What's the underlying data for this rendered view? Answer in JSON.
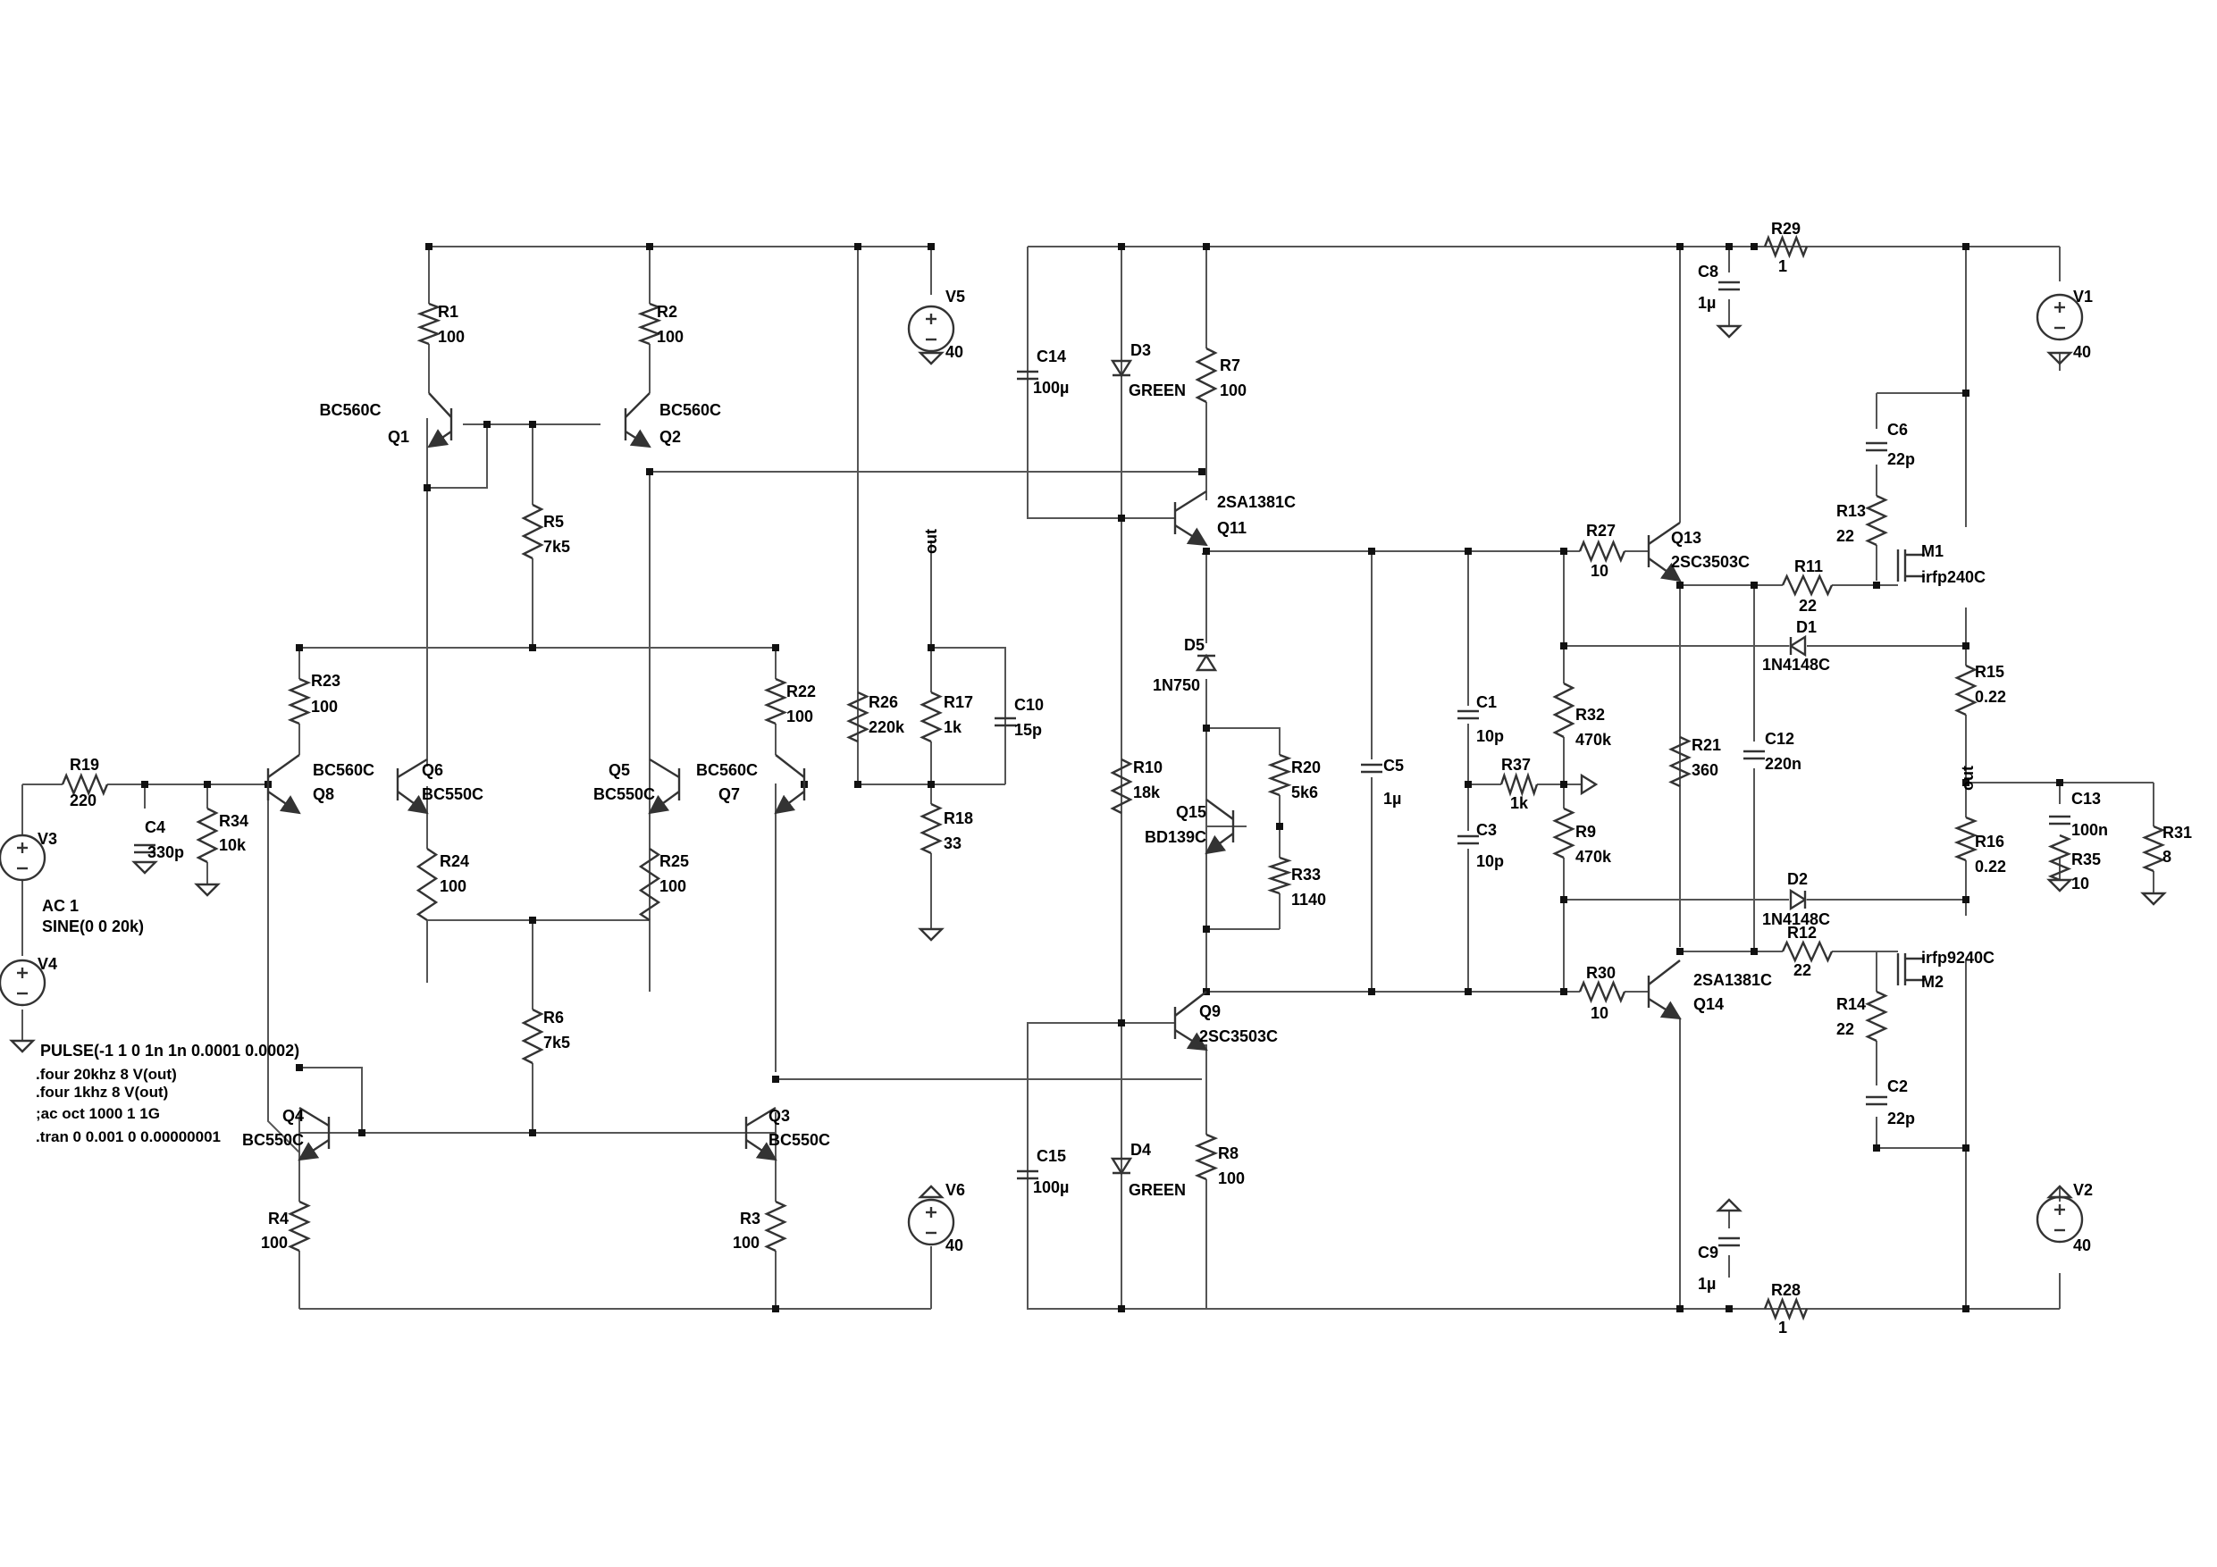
{
  "colors": {
    "background": "#ffffff",
    "wire": "#555555",
    "text": "#000000"
  },
  "components": {
    "R1": {
      "ref": "R1",
      "value": "100"
    },
    "R2": {
      "ref": "R2",
      "value": "100"
    },
    "R3": {
      "ref": "R3",
      "value": "100"
    },
    "R4": {
      "ref": "R4",
      "value": "100"
    },
    "R5": {
      "ref": "R5",
      "value": "7k5"
    },
    "R6": {
      "ref": "R6",
      "value": "7k5"
    },
    "R7": {
      "ref": "R7",
      "value": "100"
    },
    "R8": {
      "ref": "R8",
      "value": "100"
    },
    "R9": {
      "ref": "R9",
      "value": "470k"
    },
    "R10": {
      "ref": "R10",
      "value": "18k"
    },
    "R11": {
      "ref": "R11",
      "value": "22"
    },
    "R12": {
      "ref": "R12",
      "value": "22"
    },
    "R13": {
      "ref": "R13",
      "value": "22"
    },
    "R14": {
      "ref": "R14",
      "value": "22"
    },
    "R15": {
      "ref": "R15",
      "value": "0.22"
    },
    "R16": {
      "ref": "R16",
      "value": "0.22"
    },
    "R17": {
      "ref": "R17",
      "value": "1k"
    },
    "R18": {
      "ref": "R18",
      "value": "33"
    },
    "R19": {
      "ref": "R19",
      "value": "220"
    },
    "R20": {
      "ref": "R20",
      "value": "5k6"
    },
    "R21": {
      "ref": "R21",
      "value": "360"
    },
    "R22": {
      "ref": "R22",
      "value": "100"
    },
    "R23": {
      "ref": "R23",
      "value": "100"
    },
    "R24": {
      "ref": "R24",
      "value": "100"
    },
    "R25": {
      "ref": "R25",
      "value": "100"
    },
    "R26": {
      "ref": "R26",
      "value": "220k"
    },
    "R27": {
      "ref": "R27",
      "value": "10"
    },
    "R28": {
      "ref": "R28",
      "value": "1"
    },
    "R29": {
      "ref": "R29",
      "value": "1"
    },
    "R30": {
      "ref": "R30",
      "value": "10"
    },
    "R31": {
      "ref": "R31",
      "value": "8"
    },
    "R32": {
      "ref": "R32",
      "value": "470k"
    },
    "R33": {
      "ref": "R33",
      "value": "1140"
    },
    "R34": {
      "ref": "R34",
      "value": "10k"
    },
    "R35": {
      "ref": "R35",
      "value": "10"
    },
    "R37": {
      "ref": "R37",
      "value": "1k"
    },
    "C1": {
      "ref": "C1",
      "value": "10p"
    },
    "C2": {
      "ref": "C2",
      "value": "22p"
    },
    "C3": {
      "ref": "C3",
      "value": "10p"
    },
    "C4": {
      "ref": "C4",
      "value": "330p"
    },
    "C5": {
      "ref": "C5",
      "value": "1µ"
    },
    "C6": {
      "ref": "C6",
      "value": "22p"
    },
    "C8": {
      "ref": "C8",
      "value": "1µ"
    },
    "C9": {
      "ref": "C9",
      "value": "1µ"
    },
    "C10": {
      "ref": "C10",
      "value": "15p"
    },
    "C12": {
      "ref": "C12",
      "value": "220n"
    },
    "C13": {
      "ref": "C13",
      "value": "100n"
    },
    "C14": {
      "ref": "C14",
      "value": "100µ"
    },
    "C15": {
      "ref": "C15",
      "value": "100µ"
    },
    "Q1": {
      "ref": "Q1",
      "value": "BC560C"
    },
    "Q2": {
      "ref": "Q2",
      "value": "BC560C"
    },
    "Q3": {
      "ref": "Q3",
      "value": "BC550C"
    },
    "Q4": {
      "ref": "Q4",
      "value": "BC550C"
    },
    "Q5": {
      "ref": "Q5",
      "value": "BC550C"
    },
    "Q6": {
      "ref": "Q6",
      "value": "BC550C"
    },
    "Q7": {
      "ref": "Q7",
      "value": "BC560C"
    },
    "Q8": {
      "ref": "Q8",
      "value": "BC560C"
    },
    "Q9": {
      "ref": "Q9",
      "value": "2SC3503C"
    },
    "Q11": {
      "ref": "Q11",
      "value": "2SA1381C"
    },
    "Q13": {
      "ref": "Q13",
      "value": "2SC3503C"
    },
    "Q14": {
      "ref": "Q14",
      "value": "2SA1381C"
    },
    "Q15": {
      "ref": "Q15",
      "value": "BD139C"
    },
    "M1": {
      "ref": "M1",
      "value": "irfp240C"
    },
    "M2": {
      "ref": "M2",
      "value": "irfp9240C"
    },
    "D1": {
      "ref": "D1",
      "value": "1N4148C"
    },
    "D2": {
      "ref": "D2",
      "value": "1N4148C"
    },
    "D3": {
      "ref": "D3",
      "value": "GREEN"
    },
    "D4": {
      "ref": "D4",
      "value": "GREEN"
    },
    "D5": {
      "ref": "D5",
      "value": "1N750"
    },
    "V1": {
      "ref": "V1",
      "value": "40"
    },
    "V2": {
      "ref": "V2",
      "value": "40"
    },
    "V5": {
      "ref": "V5",
      "value": "40"
    },
    "V6": {
      "ref": "V6",
      "value": "40"
    }
  },
  "sources": {
    "V3": {
      "ref": "V3",
      "line1": "AC 1",
      "line2": "SINE(0 0 20k)"
    },
    "V4": {
      "ref": "V4",
      "value": "PULSE(-1 1 0 1n 1n 0.0001 0.0002)"
    }
  },
  "net_labels": {
    "out_feedback": "out",
    "out_main": "out"
  },
  "directives": [
    ".four 20khz 8 V(out)",
    ".four 1khz 8 V(out)",
    ";ac oct 1000 1 1G",
    ".tran 0 0.001 0 0.00000001"
  ]
}
